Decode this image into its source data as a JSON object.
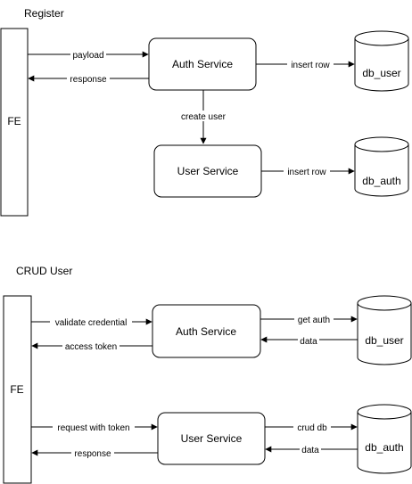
{
  "register": {
    "title": "Register",
    "fe": "FE",
    "auth_service": "Auth Service",
    "user_service": "User Service",
    "db_user": "db_user",
    "db_auth": "db_auth",
    "edges": {
      "payload": "payload",
      "response": "response",
      "create_user": "create user",
      "insert_row_user": "insert row",
      "insert_row_auth": "insert row"
    }
  },
  "crud": {
    "title": "CRUD User",
    "fe": "FE",
    "auth_service": "Auth Service",
    "user_service": "User Service",
    "db_user": "db_user",
    "db_auth": "db_auth",
    "edges": {
      "validate_credential": "validate credential",
      "access_token": "access token",
      "get_auth": "get auth",
      "data_auth": "data",
      "request_with_token": "request with token",
      "response": "response",
      "crud_db": "crud db",
      "data_user": "data"
    }
  }
}
